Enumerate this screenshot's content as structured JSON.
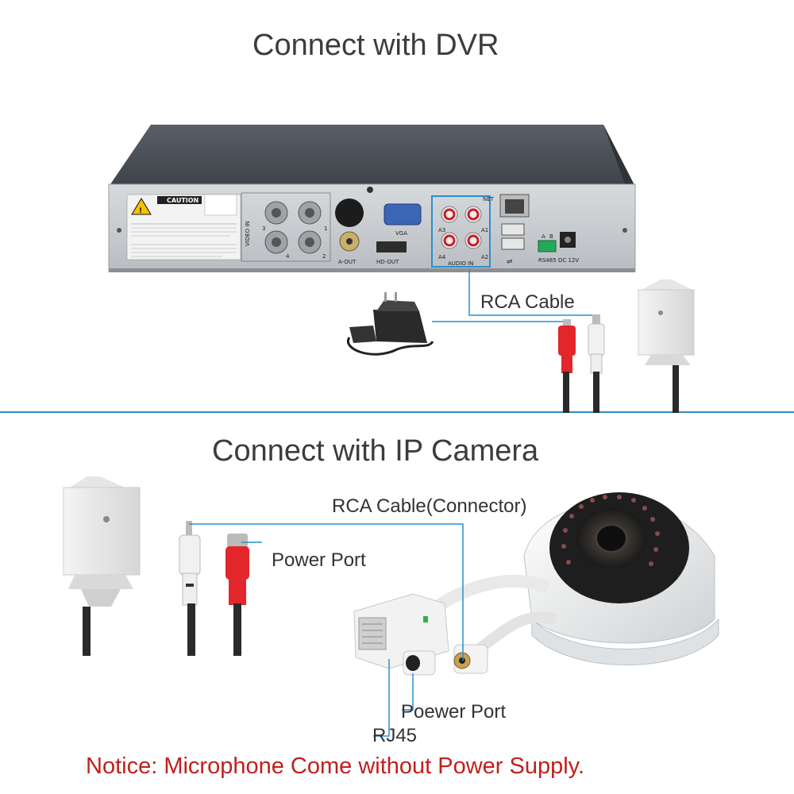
{
  "section_top": {
    "title": "Connect with DVR"
  },
  "section_bottom": {
    "title": "Connect with IP Camera"
  },
  "labels": {
    "rca_cable": "RCA Cable",
    "rca_cable_connector": "RCA Cable(Connector)",
    "power_port": "Power Port",
    "poewer_port": "Poewer Port",
    "rj45": "RJ45"
  },
  "dvr_panel": {
    "caution": "CAUTION",
    "video_in": "VIDEO IN",
    "vga": "VGA",
    "a_out": "A-OUT",
    "hd_out": "HD-OUT",
    "audio_in": "AUDIO IN",
    "net": "NET",
    "rs485": "RS485",
    "dc12v": "DC 12V",
    "a3": "A3",
    "a1": "A1",
    "a4": "A4",
    "a2": "A2",
    "ch1": "1",
    "ch2": "2",
    "ch3": "3",
    "ch4": "4",
    "port_a": "A",
    "port_b": "B"
  },
  "notice": "Notice: Microphone Come without Power Supply.",
  "colors": {
    "accent_line": "#2a8fce",
    "notice": "#c0201d",
    "rca_red": "#e3262b"
  }
}
